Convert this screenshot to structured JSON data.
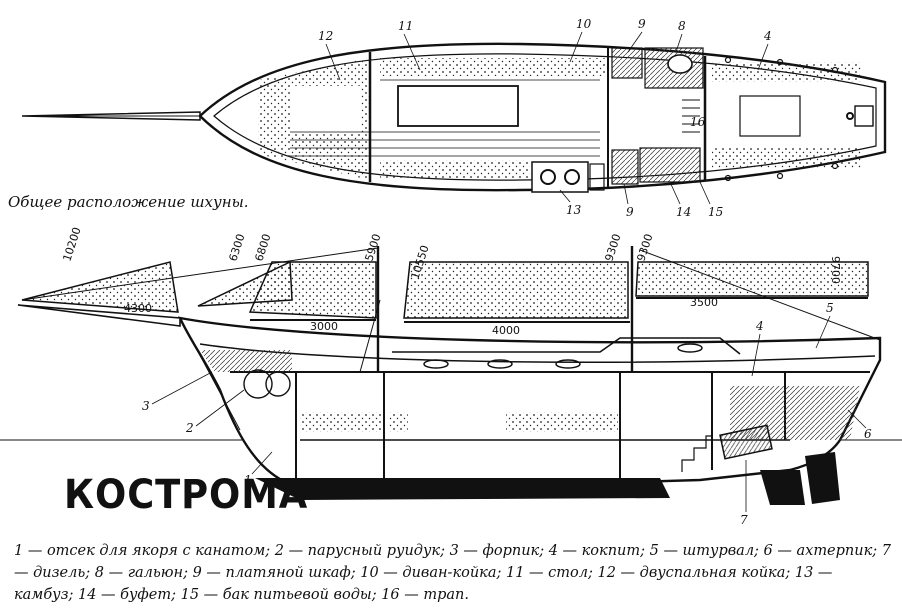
{
  "plan": {
    "caption": "Общее расположение шхуны.",
    "labels": [
      "12",
      "11",
      "10",
      "9",
      "8",
      "4",
      "16",
      "13",
      "9",
      "14",
      "15"
    ]
  },
  "profile": {
    "boat_name": "КОСТРОМА",
    "heights": [
      "10200",
      "6300",
      "6800",
      "5900",
      "10550",
      "9300",
      "9300",
      "9700"
    ],
    "lengths": [
      "4300",
      "3000",
      "4000",
      "3500"
    ],
    "labels": [
      "3",
      "2",
      "1",
      "4",
      "5",
      "6",
      "7"
    ]
  },
  "legend": {
    "text": "1 — отсек для якоря с канатом; 2 — парусный руидук; 3 — форпик; 4 — кокпит; 5 — штурвал; 6 — ахтерпик; 7 — дизель; 8 — гальюн; 9 — платяной шкаф; 10 — диван-койка; 11 — стол; 12 — двуспальная койка; 13 — камбуз; 14 — буфет; 15 — бак питьевой воды; 16 — трап."
  }
}
